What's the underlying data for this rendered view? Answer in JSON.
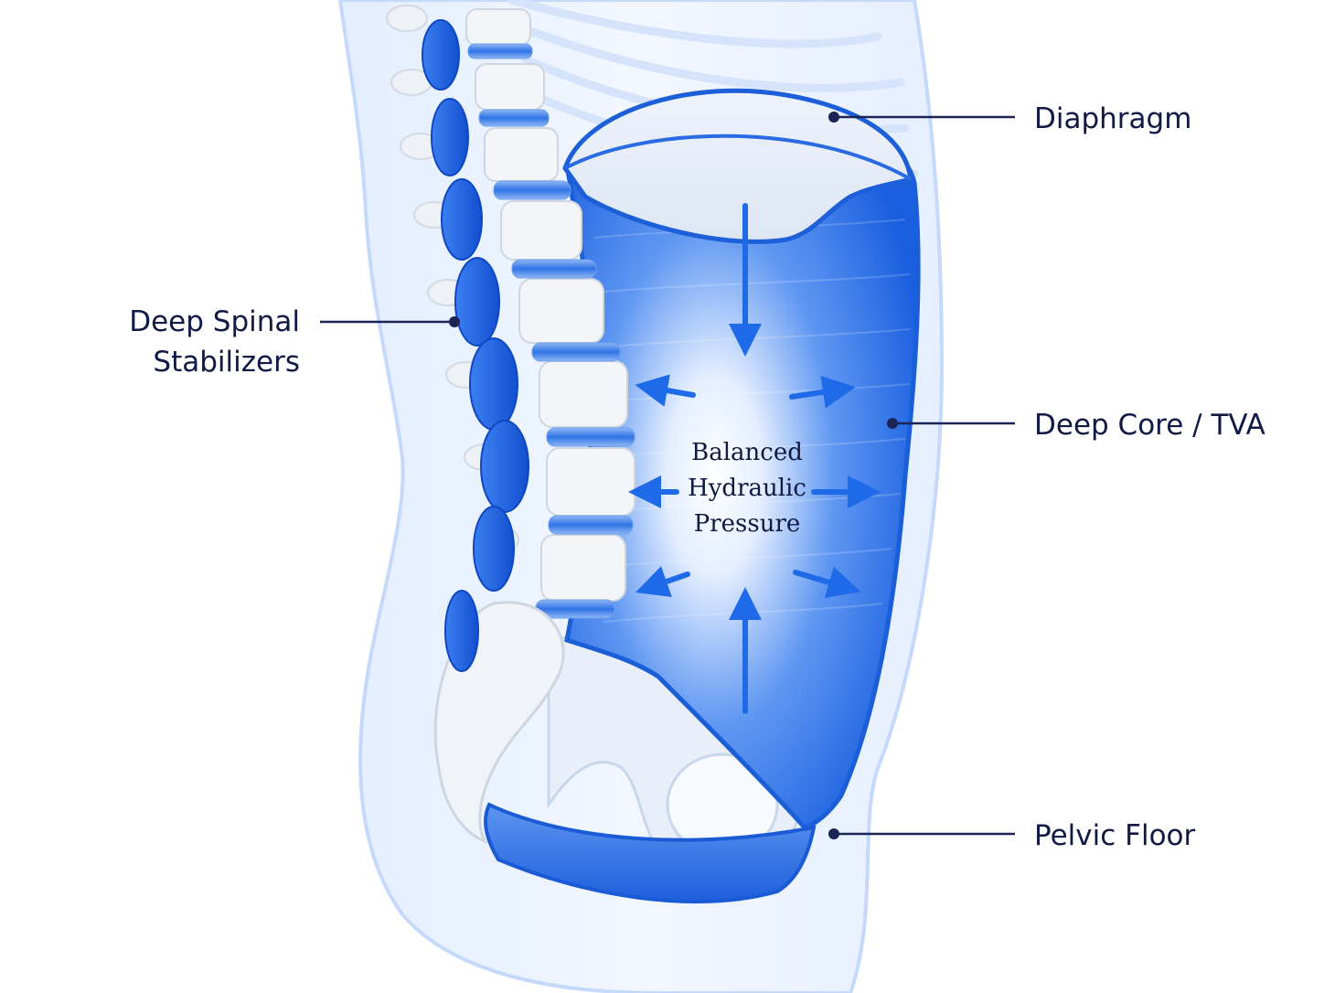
{
  "labels": {
    "diaphragm": "Diaphragm",
    "deep_core": "Deep Core / TVA",
    "pelvic_floor": "Pelvic Floor",
    "spinal_line1": "Deep Spinal",
    "spinal_line2": "Stabilizers"
  },
  "center": {
    "line1": "Balanced",
    "line2": "Hydraulic",
    "line3": "Pressure"
  },
  "colors": {
    "label_text": "#101a45",
    "leader_line": "#1a2455",
    "muscle_blue": "#1d62e0",
    "light_blue": "#dbe8ff",
    "bone": "#f3f5f8"
  }
}
